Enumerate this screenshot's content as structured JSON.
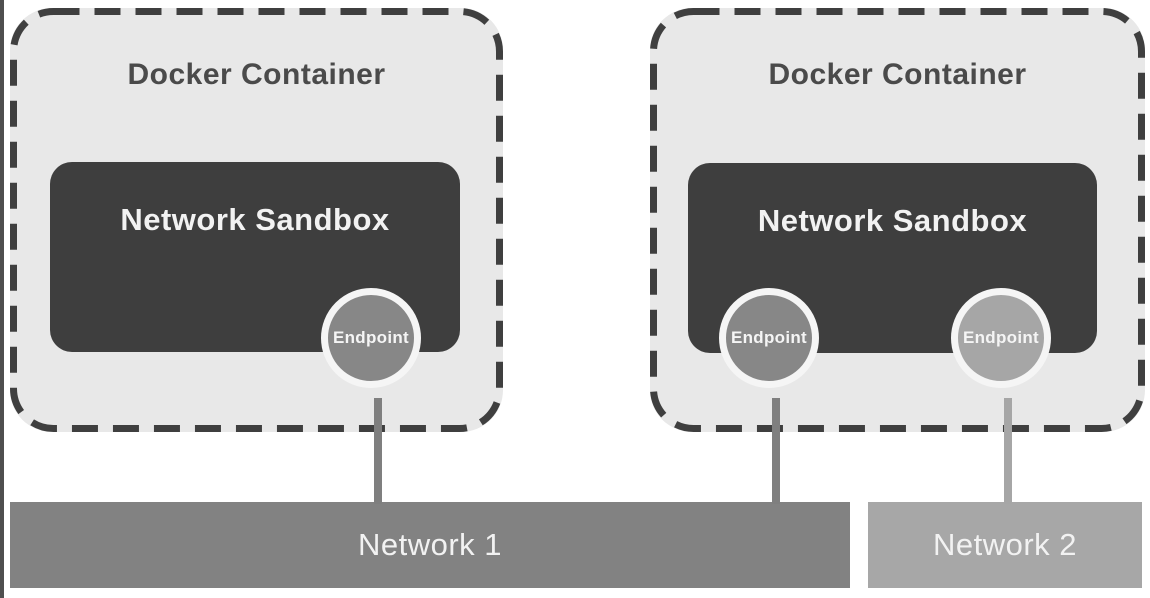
{
  "containers": [
    {
      "title": "Docker Container",
      "sandbox_label": "Network Sandbox",
      "endpoints": [
        {
          "label": "Endpoint",
          "connected_network": "Network 1"
        }
      ]
    },
    {
      "title": "Docker Container",
      "sandbox_label": "Network Sandbox",
      "endpoints": [
        {
          "label": "Endpoint",
          "connected_network": "Network 1"
        },
        {
          "label": "Endpoint",
          "connected_network": "Network 2"
        }
      ]
    }
  ],
  "networks": [
    {
      "label": "Network 1"
    },
    {
      "label": "Network 2"
    }
  ],
  "colors": {
    "container_fill": "#e8e8e8",
    "container_border": "#3f3f3f",
    "sandbox_fill": "#3e3e3e",
    "endpoint_fill_dark": "#878787",
    "endpoint_fill_light": "#a6a6a6",
    "endpoint_ring": "#f5f5f5",
    "network1_fill": "#828282",
    "network2_fill": "#a7a7a7",
    "connector_dark": "#7f7f7f",
    "connector_light": "#a6a6a6",
    "text_light": "#f2f2f2",
    "text_dark": "#4a4a4a",
    "edge_strip": "#4f4f4f"
  }
}
